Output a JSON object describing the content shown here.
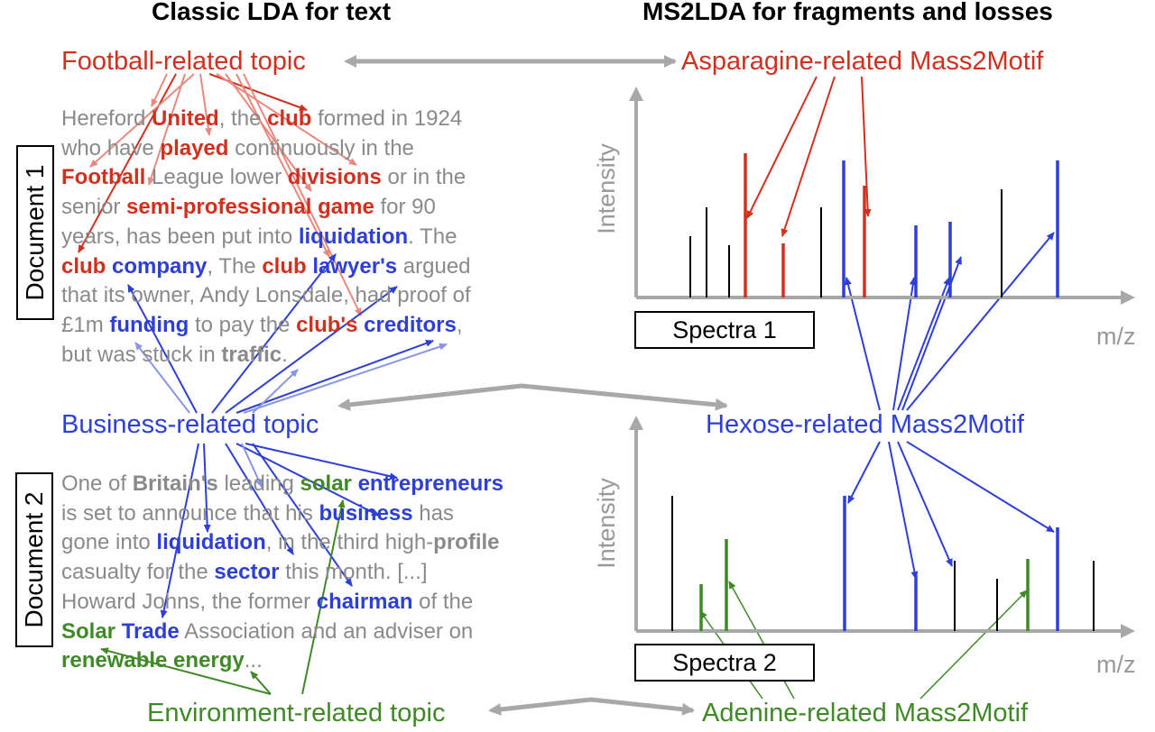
{
  "headers": {
    "left": "Classic LDA for text",
    "right": "MS2LDA for fragments and losses"
  },
  "topics": {
    "football": "Football-related topic",
    "business": "Business-related topic",
    "environment": "Environment-related topic"
  },
  "motifs": {
    "asparagine": "Asparagine-related Mass2Motif",
    "hexose": "Hexose-related Mass2Motif",
    "adenine": "Adenine-related Mass2Motif"
  },
  "documents": {
    "doc1_label": "Document 1",
    "doc2_label": "Document 2",
    "doc1_lines": [
      [
        [
          "Hereford ",
          ""
        ],
        [
          "United",
          "red"
        ],
        [
          ", the ",
          ""
        ],
        [
          "club",
          "red"
        ],
        [
          " formed in 1924",
          ""
        ]
      ],
      [
        [
          "who have ",
          ""
        ],
        [
          "played",
          "red"
        ],
        [
          " continuously in the",
          ""
        ]
      ],
      [
        [
          "Football",
          "red"
        ],
        [
          " League lower ",
          ""
        ],
        [
          "divisions",
          "red"
        ],
        [
          " or in the",
          ""
        ]
      ],
      [
        [
          "senior ",
          ""
        ],
        [
          "semi-professional game",
          "red"
        ],
        [
          " for 90",
          ""
        ]
      ],
      [
        [
          "years, has been put into ",
          ""
        ],
        [
          "liquidation",
          "blue"
        ],
        [
          ". The",
          ""
        ]
      ],
      [
        [
          "club",
          "red"
        ],
        [
          " ",
          ""
        ],
        [
          "company",
          "blue"
        ],
        [
          ", The ",
          ""
        ],
        [
          "club",
          "red"
        ],
        [
          " ",
          ""
        ],
        [
          "lawyer's",
          "blue"
        ],
        [
          " argued",
          ""
        ]
      ],
      [
        [
          "that its owner, Andy Lonsdale, had proof of",
          ""
        ]
      ],
      [
        [
          "£1m ",
          ""
        ],
        [
          "funding",
          "blue"
        ],
        [
          " to pay the ",
          ""
        ],
        [
          "club's",
          "red"
        ],
        [
          " ",
          ""
        ],
        [
          "creditors",
          "blue"
        ],
        [
          ",",
          ""
        ]
      ],
      [
        [
          "but was stuck in ",
          ""
        ],
        [
          "traffic",
          "grey"
        ],
        [
          ".",
          ""
        ]
      ]
    ],
    "doc2_lines": [
      [
        [
          "One of ",
          ""
        ],
        [
          "Britain's",
          "grey"
        ],
        [
          " leading ",
          ""
        ],
        [
          "solar",
          "green"
        ],
        [
          " ",
          ""
        ],
        [
          "entrepreneurs",
          "blue"
        ]
      ],
      [
        [
          "is set to announce that his ",
          ""
        ],
        [
          "business",
          "blue"
        ],
        [
          " has",
          ""
        ]
      ],
      [
        [
          "gone into ",
          ""
        ],
        [
          "liquidation",
          "blue"
        ],
        [
          ", in the third high-",
          ""
        ],
        [
          "profile",
          "grey"
        ]
      ],
      [
        [
          "casualty for the ",
          ""
        ],
        [
          "sector",
          "blue"
        ],
        [
          " this month. [...]",
          ""
        ]
      ],
      [
        [
          "Howard Johns, the former ",
          ""
        ],
        [
          "chairman",
          "blue"
        ],
        [
          " of the",
          ""
        ]
      ],
      [
        [
          "Solar",
          "green"
        ],
        [
          " ",
          ""
        ],
        [
          "Trade",
          "blue"
        ],
        [
          " Association and an adviser on",
          ""
        ]
      ],
      [
        [
          "renewable energy",
          "green"
        ],
        [
          "...",
          ""
        ]
      ]
    ]
  },
  "spectra": {
    "spectra1_label": "Spectra 1",
    "spectra2_label": "Spectra 2",
    "y_label": "Intensity",
    "x_label": "m/z"
  },
  "colors": {
    "red": "#d2301f",
    "blue": "#2d3fd6",
    "green": "#3f8a26",
    "grey": "#999999",
    "black": "#000000"
  },
  "spectrum1_peaks": [
    {
      "mz": 765,
      "intensity": 68,
      "color": "black"
    },
    {
      "mz": 783,
      "intensity": 100,
      "color": "black"
    },
    {
      "mz": 808,
      "intensity": 58,
      "color": "black"
    },
    {
      "mz": 826,
      "intensity": 160,
      "color": "red"
    },
    {
      "mz": 868,
      "intensity": 60,
      "color": "red"
    },
    {
      "mz": 910,
      "intensity": 100,
      "color": "black"
    },
    {
      "mz": 935,
      "intensity": 152,
      "color": "blue"
    },
    {
      "mz": 958,
      "intensity": 124,
      "color": "red"
    },
    {
      "mz": 1015,
      "intensity": 80,
      "color": "blue"
    },
    {
      "mz": 1053,
      "intensity": 84,
      "color": "blue"
    },
    {
      "mz": 1110,
      "intensity": 120,
      "color": "black"
    },
    {
      "mz": 1172,
      "intensity": 152,
      "color": "blue"
    }
  ],
  "spectrum2_peaks": [
    {
      "mz": 745,
      "intensity": 150,
      "color": "black"
    },
    {
      "mz": 777,
      "intensity": 52,
      "color": "green"
    },
    {
      "mz": 805,
      "intensity": 102,
      "color": "green"
    },
    {
      "mz": 936,
      "intensity": 150,
      "color": "blue"
    },
    {
      "mz": 1015,
      "intensity": 62,
      "color": "blue"
    },
    {
      "mz": 1058,
      "intensity": 78,
      "color": "black"
    },
    {
      "mz": 1105,
      "intensity": 58,
      "color": "black"
    },
    {
      "mz": 1139,
      "intensity": 80,
      "color": "green"
    },
    {
      "mz": 1172,
      "intensity": 115,
      "color": "blue"
    },
    {
      "mz": 1212,
      "intensity": 78,
      "color": "black"
    }
  ]
}
